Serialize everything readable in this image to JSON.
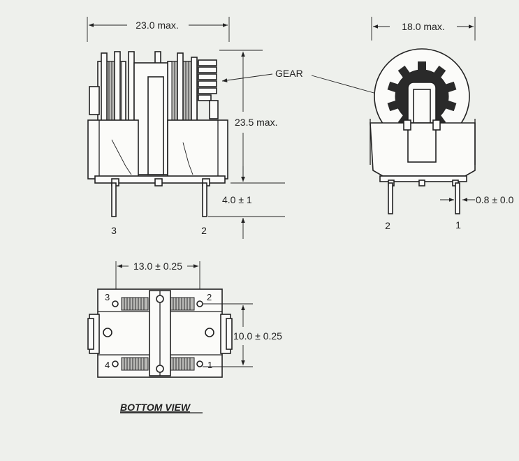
{
  "front_view": {
    "width_dim": "23.0 max.",
    "height_dim": "23.5 max.",
    "pin_length_dim": "4.0 ± 1",
    "gear_label": "GEAR",
    "pins": [
      "3",
      "2"
    ]
  },
  "side_view": {
    "width_dim": "18.0 max.",
    "pin_dia_dim": "0.8 ± 0.0",
    "pins": [
      "2",
      "1"
    ]
  },
  "bottom_view": {
    "spacing_x_dim": "13.0 ± 0.25",
    "spacing_y_dim": "10.0 ± 0.25",
    "pins": [
      "3",
      "2",
      "4",
      "1"
    ],
    "caption": "BOTTOM VIEW"
  },
  "colors": {
    "background": "#eef0ec",
    "ink": "#222222"
  }
}
